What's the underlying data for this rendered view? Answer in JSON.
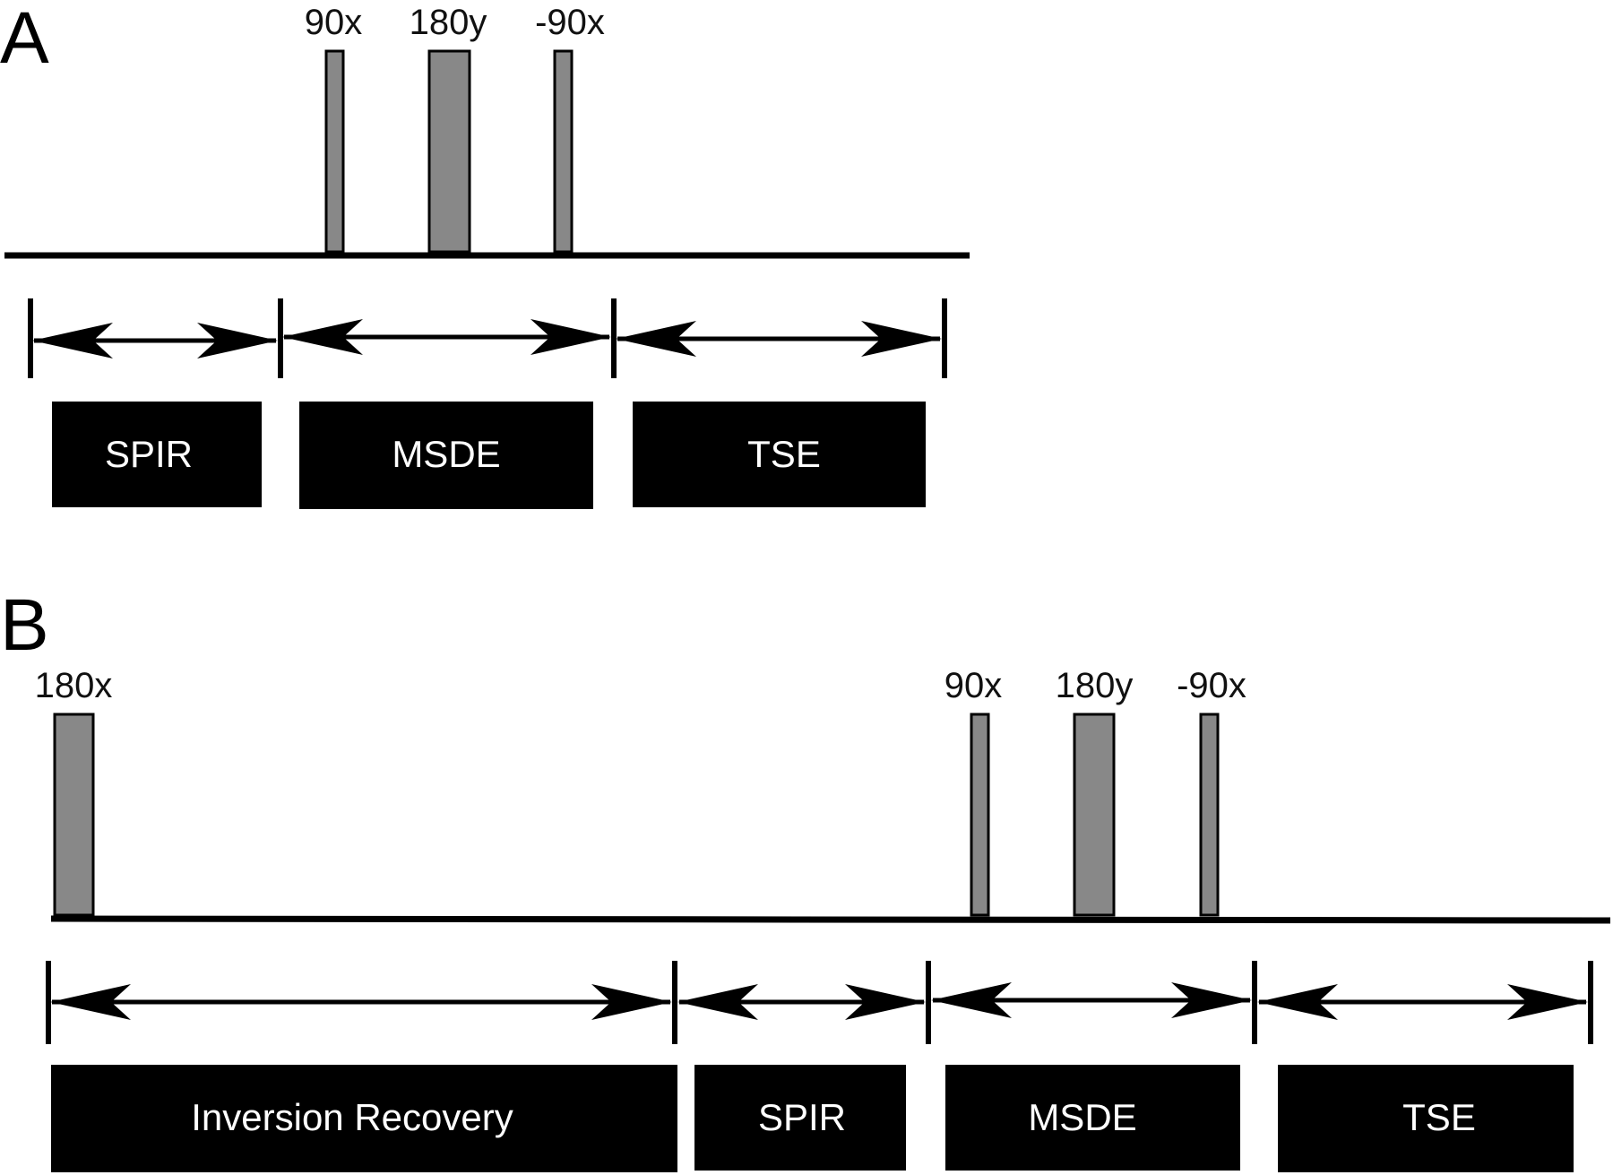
{
  "panels": [
    {
      "letter": "A",
      "pulses": [
        {
          "label": "90x"
        },
        {
          "label": "180y"
        },
        {
          "label": "-90x"
        }
      ],
      "segments": [
        {
          "label": "SPIR"
        },
        {
          "label": "MSDE"
        },
        {
          "label": "TSE"
        }
      ]
    },
    {
      "letter": "B",
      "pulses": [
        {
          "label": "180x"
        },
        {
          "label": "90x"
        },
        {
          "label": "180y"
        },
        {
          "label": "-90x"
        }
      ],
      "segments": [
        {
          "label": "Inversion Recovery"
        },
        {
          "label": "SPIR"
        },
        {
          "label": "MSDE"
        },
        {
          "label": "TSE"
        }
      ]
    }
  ],
  "colors": {
    "pulse_fill": "#888888",
    "line": "#000000",
    "segment_box": "#000000",
    "segment_text": "#ffffff"
  }
}
